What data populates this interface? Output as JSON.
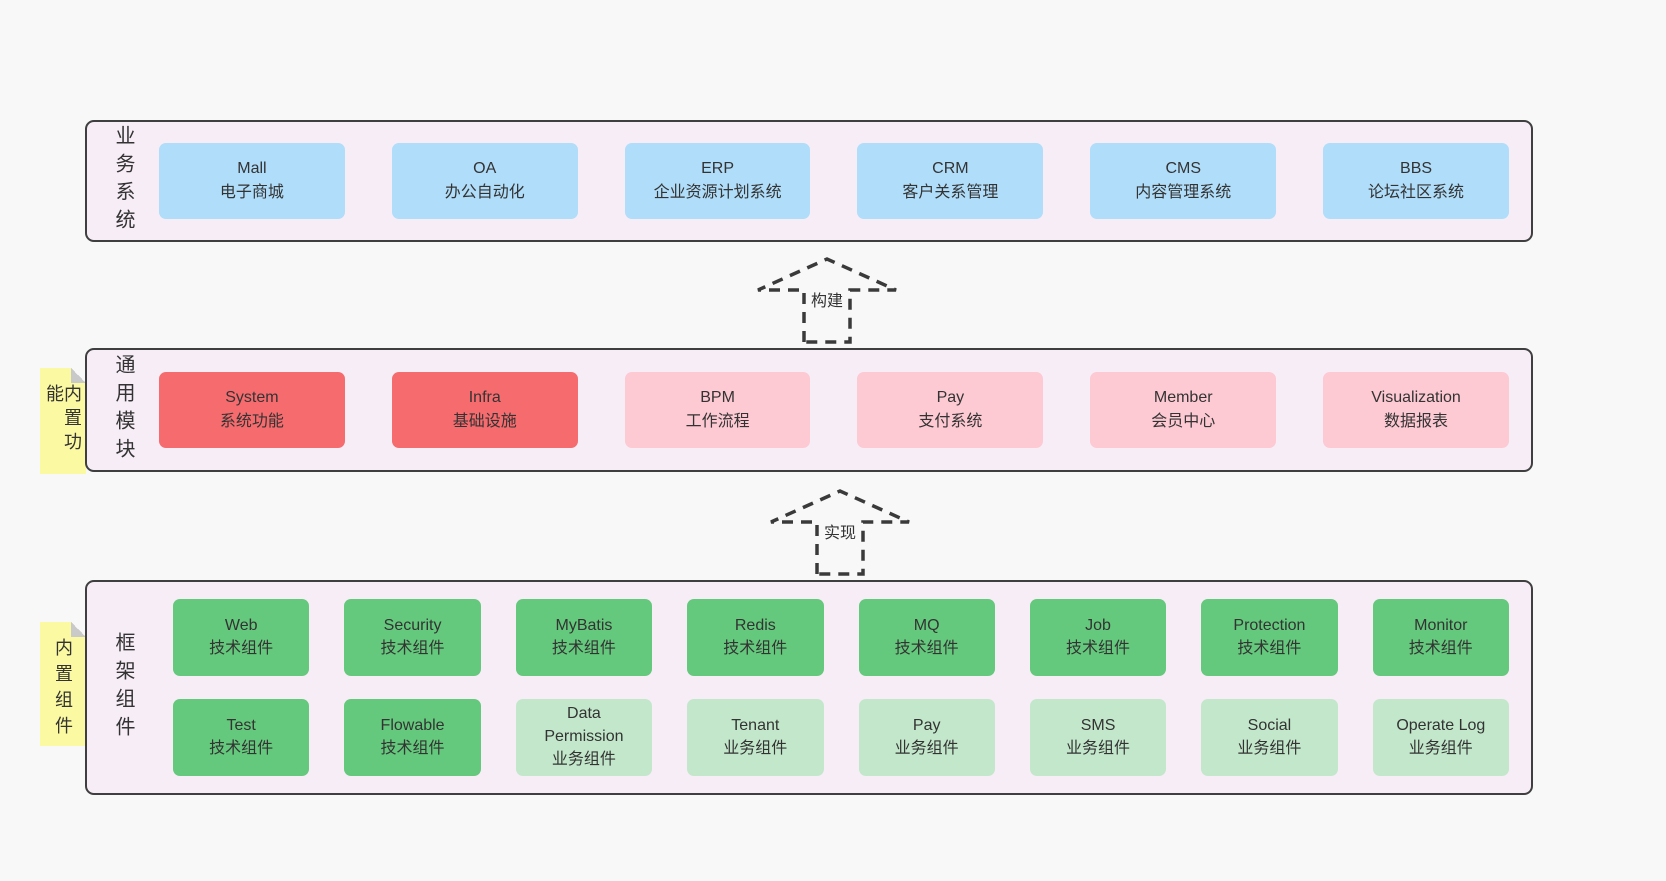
{
  "colors": {
    "page": "#f8f8f8",
    "panel": "#f7edf6",
    "border": "#3f3f3f",
    "text": "#333333",
    "blue": "#b0ddf9",
    "red": "#f56b6e",
    "pink": "#fdc9d2",
    "green": "#64c97c",
    "greenlight": "#c3e7ca",
    "yellow": "#fbf9a1",
    "fold": "#c9c9c9",
    "arrow": "#3a3a3a"
  },
  "arrows": [
    {
      "label": "构建"
    },
    {
      "label": "实现"
    }
  ],
  "notes": [
    {
      "label": "内置功能"
    },
    {
      "label": "内置组件"
    }
  ],
  "sections": {
    "business": {
      "label": "业务系统",
      "boxes": [
        {
          "name": "Mall",
          "desc": "电子商城"
        },
        {
          "name": "OA",
          "desc": "办公自动化"
        },
        {
          "name": "ERP",
          "desc": "企业资源计划系统"
        },
        {
          "name": "CRM",
          "desc": "客户关系管理"
        },
        {
          "name": "CMS",
          "desc": "内容管理系统"
        },
        {
          "name": "BBS",
          "desc": "论坛社区系统"
        }
      ]
    },
    "modules": {
      "label": "通用模块",
      "boxes": [
        {
          "name": "System",
          "desc": "系统功能"
        },
        {
          "name": "Infra",
          "desc": "基础设施"
        },
        {
          "name": "BPM",
          "desc": "工作流程"
        },
        {
          "name": "Pay",
          "desc": "支付系统"
        },
        {
          "name": "Member",
          "desc": "会员中心"
        },
        {
          "name": "Visualization",
          "desc": "数据报表"
        }
      ]
    },
    "framework": {
      "label": "框架组件",
      "rows": [
        [
          {
            "name": "Web",
            "desc": "技术组件"
          },
          {
            "name": "Security",
            "desc": "技术组件"
          },
          {
            "name": "MyBatis",
            "desc": "技术组件"
          },
          {
            "name": "Redis",
            "desc": "技术组件"
          },
          {
            "name": "MQ",
            "desc": "技术组件"
          },
          {
            "name": "Job",
            "desc": "技术组件"
          },
          {
            "name": "Protection",
            "desc": "技术组件"
          },
          {
            "name": "Monitor",
            "desc": "技术组件"
          }
        ],
        [
          {
            "name": "Test",
            "desc": "技术组件"
          },
          {
            "name": "Flowable",
            "desc": "技术组件"
          },
          {
            "name": "Data Permission",
            "desc": "业务组件"
          },
          {
            "name": "Tenant",
            "desc": "业务组件"
          },
          {
            "name": "Pay",
            "desc": "业务组件"
          },
          {
            "name": "SMS",
            "desc": "业务组件"
          },
          {
            "name": "Social",
            "desc": "业务组件"
          },
          {
            "name": "Operate Log",
            "desc": "业务组件"
          }
        ]
      ]
    }
  }
}
